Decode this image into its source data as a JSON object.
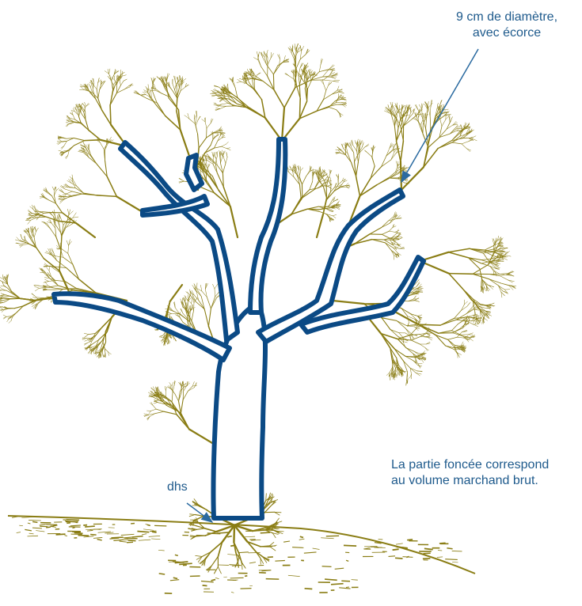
{
  "labels": {
    "diameter_line1": "9 cm de diamètre,",
    "diameter_line2": "avec écorce",
    "volume_line1": "La partie foncée correspond",
    "volume_line2": "au volume marchand brut.",
    "dhs": "dhs"
  },
  "colors": {
    "trunk": "#0b4a85",
    "crown": "#8a7d14",
    "label_text": "#1e5a8c",
    "background": "#ffffff"
  }
}
